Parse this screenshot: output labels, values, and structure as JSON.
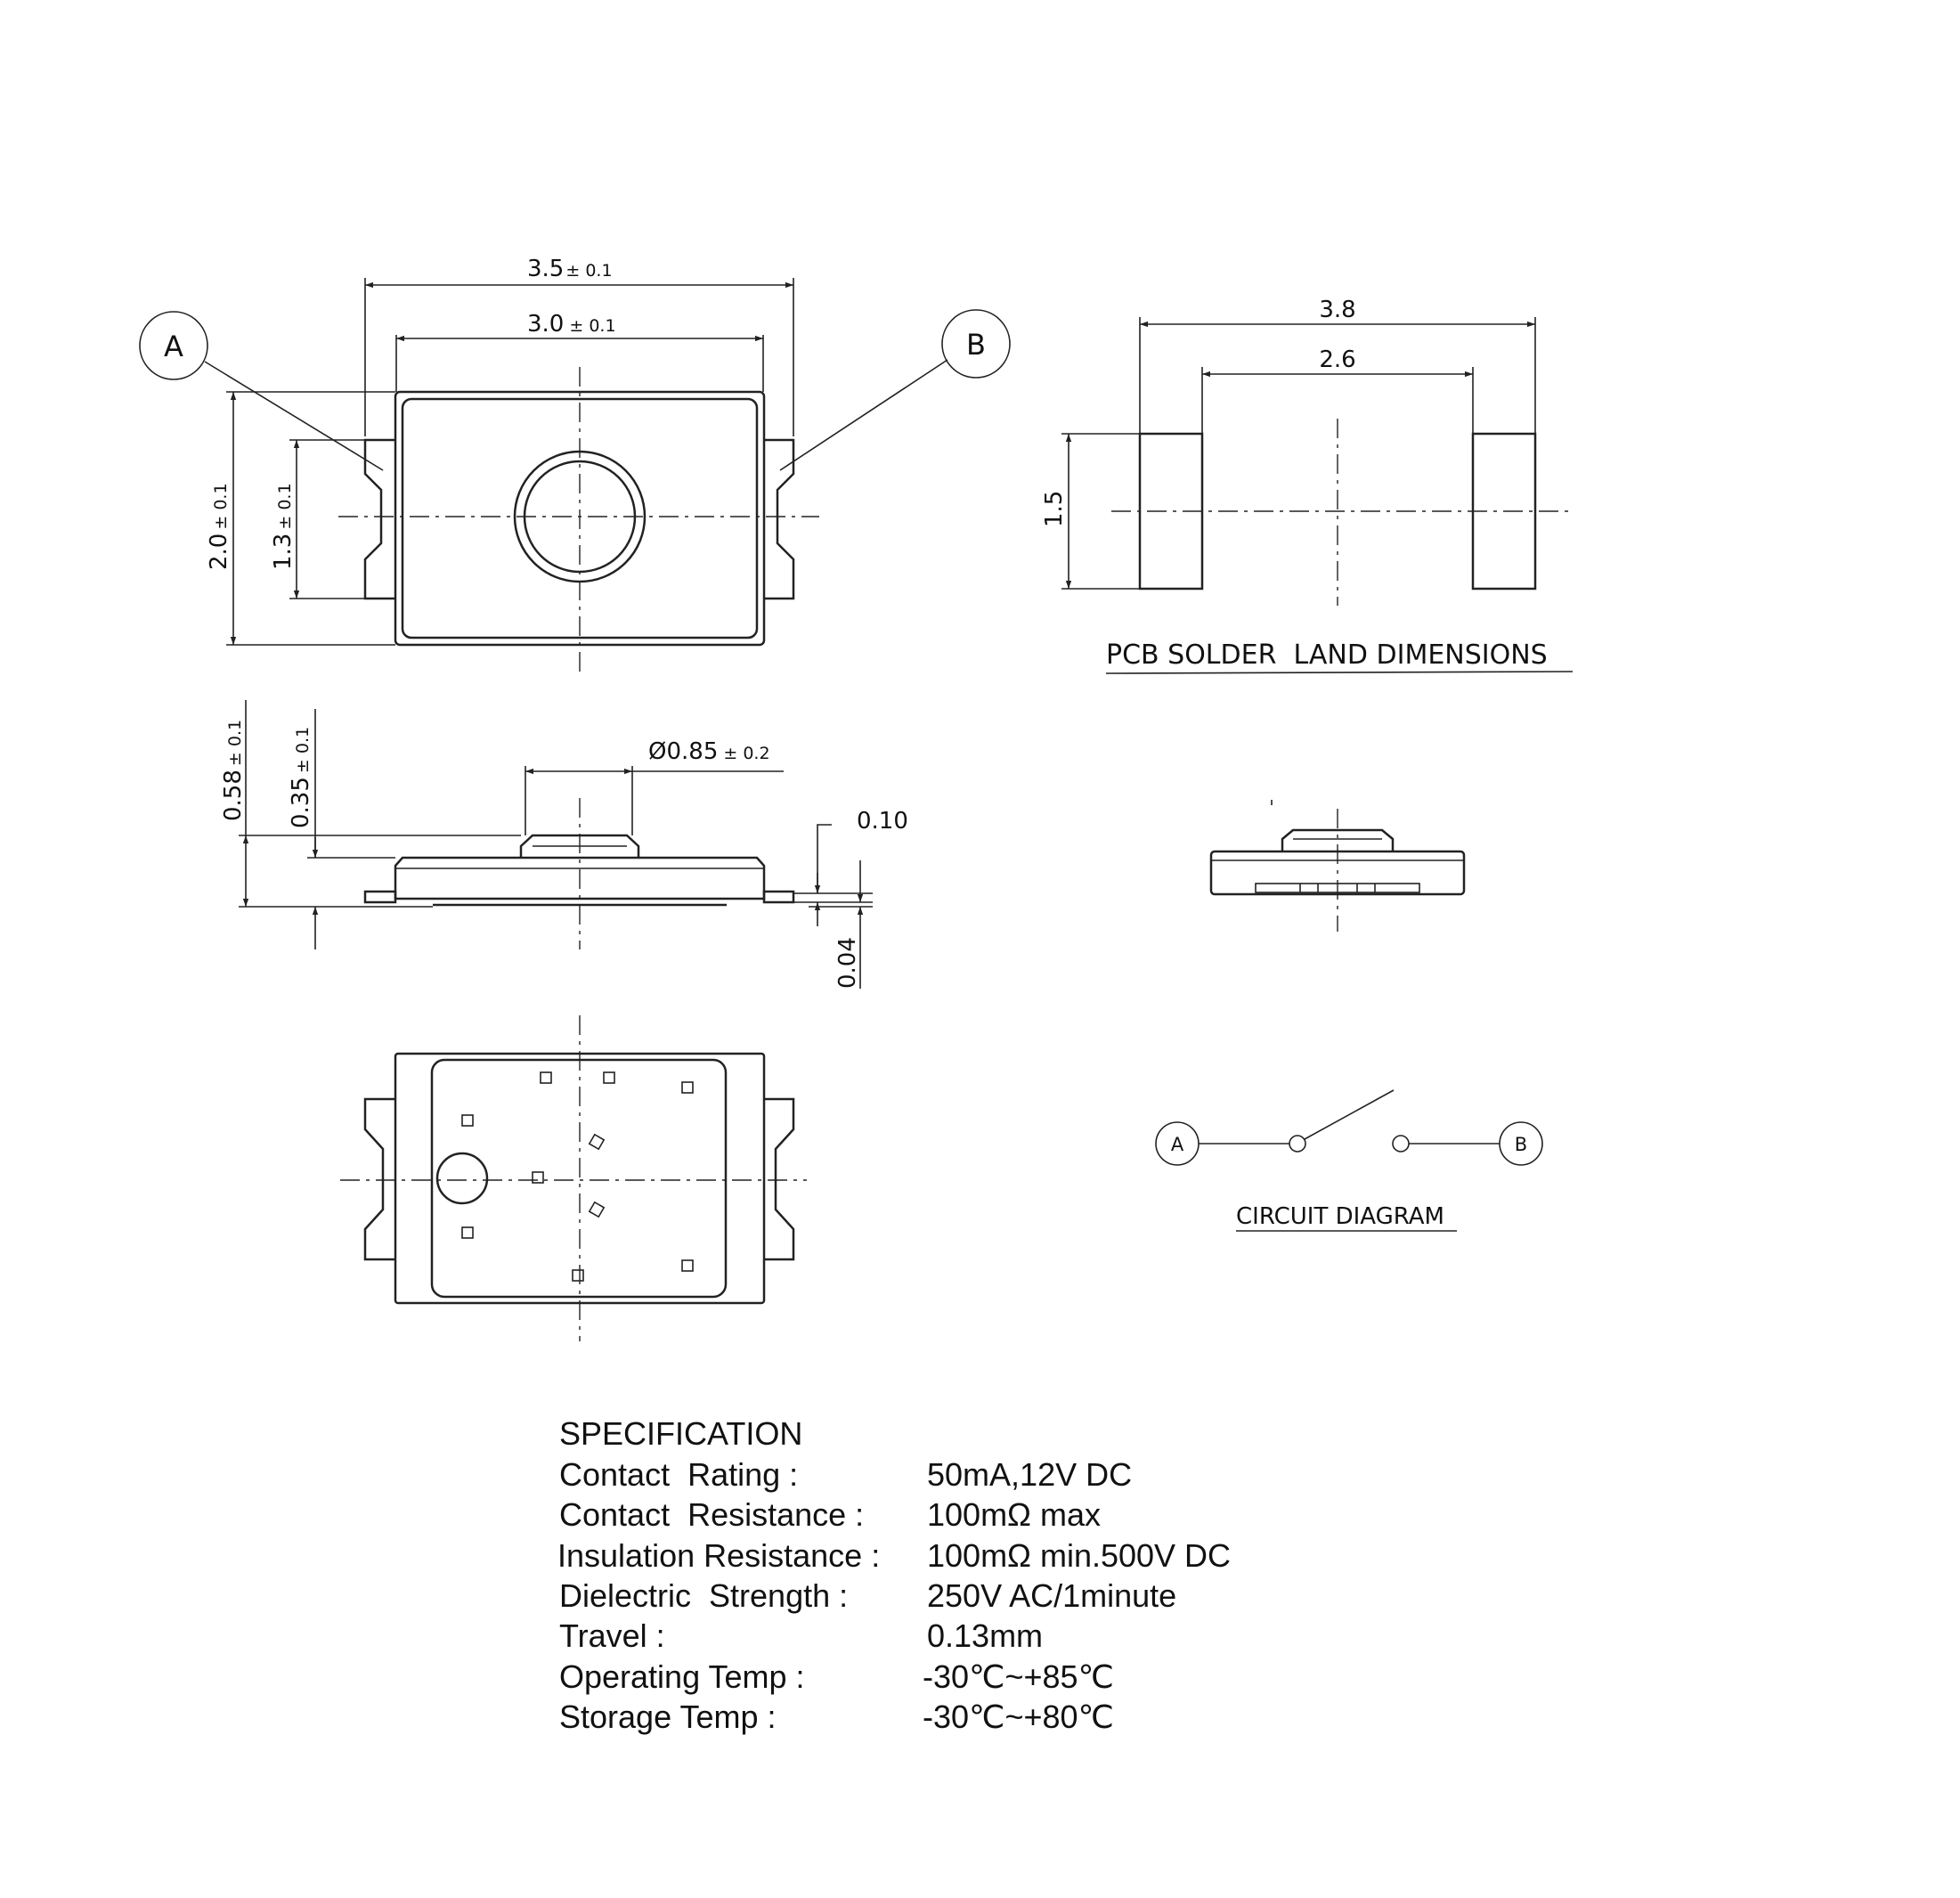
{
  "top_view": {
    "outer_width": "3.5",
    "outer_width_tol": "± 0.1",
    "inner_width": "3.0",
    "inner_width_tol": "± 0.1",
    "height": "2.0",
    "height_tol": "± 0.1",
    "terminal_height": "1.3",
    "terminal_height_tol": "± 0.1",
    "terminal_a": "A",
    "terminal_b": "B"
  },
  "side_view": {
    "total_height": "0.58",
    "total_height_tol": "± 0.1",
    "body_height": "0.35",
    "body_height_tol": "± 0.1",
    "actuator_dia": "Ø0.85",
    "actuator_dia_tol": "± 0.2",
    "terminal_thickness": "0.10",
    "terminal_offset": "0.04"
  },
  "pcb_land": {
    "overall": "3.8",
    "inner_gap": "2.6",
    "pad_height": "1.5",
    "caption": "PCB SOLDER  LAND DIMENSIONS"
  },
  "circuit": {
    "node_a": "A",
    "node_b": "B",
    "caption": "CIRCUIT DIAGRAM"
  },
  "specification": {
    "title": "SPECIFICATION",
    "rows": [
      {
        "label": "Contact  Rating :",
        "value": "50mA,12V DC"
      },
      {
        "label": "Contact  Resistance :",
        "value": "100mΩ max"
      },
      {
        "label": "Insulation Resistance :",
        "value": "100mΩ min.500V DC"
      },
      {
        "label": "Dielectric  Strength :",
        "value": "250V AC/1minute"
      },
      {
        "label": "Travel :",
        "value": "0.13mm"
      },
      {
        "label": "Operating Temp :",
        "value": "-30℃~+85℃"
      },
      {
        "label": "Storage Temp :",
        "value": "-30℃~+80℃"
      }
    ]
  }
}
